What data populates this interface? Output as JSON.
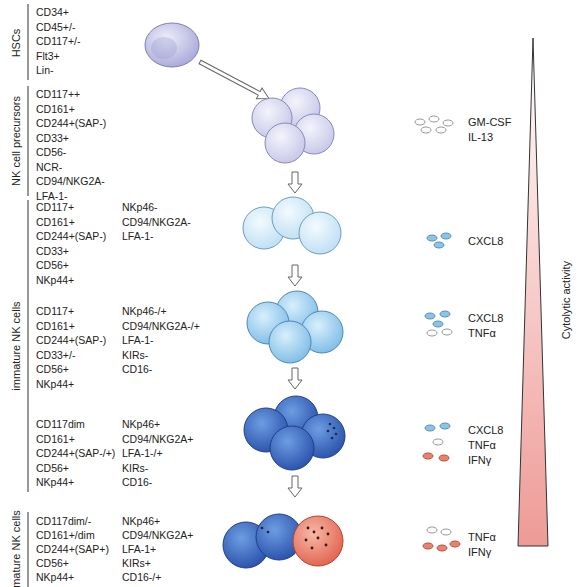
{
  "diagram": {
    "labels": [
      "HSCs",
      "CD34+",
      "CD45+/-",
      "CD117+/-",
      "Flt3+",
      "Lin-",
      "NK cell precursors",
      "CD117++",
      "CD161+",
      "CD244+(SAP-)",
      "CD33+",
      "CD56-",
      "NCR-",
      "CD94/NKG2A-",
      "LFA-1-",
      "GM-CSF",
      "IL-13",
      "immature NK cells",
      "CD117+",
      "CD161+",
      "CD244+(SAP-)",
      "CD33+",
      "CD56+",
      "NKp44+",
      "NKp46-",
      "CD94/NKG2A-",
      "LFA-1-",
      "CXCL8",
      "CD117+",
      "CD161+",
      "CD244+(SAP-)",
      "CD33+/-",
      "CD56+",
      "NKp44+",
      "NKp46-/+",
      "CD94/NKG2A-/+",
      "LFA-1-",
      "KIRs-",
      "CD16-",
      "CXCL8",
      "TNFα",
      "CD117dim",
      "CD161+",
      "CD244+(SAP-/+)",
      "CD56+",
      "NKp44+",
      "NKp46+",
      "CD94/NKG2A+",
      "LFA-1-/+",
      "KIRs-",
      "CD16-",
      "CXCL8",
      "TNFα",
      "IFNγ",
      "mature NK cells",
      "CD117dim/-",
      "CD161+/dim",
      "CD244+(SAP+)",
      "CD56+",
      "NKp44+",
      "NKp46+",
      "CD94/NKG2A+",
      "LFA-1+",
      "KIRs+",
      "CD16-/+",
      "TNFα",
      "IFNγ",
      "Cytolytic activity"
    ]
  }
}
